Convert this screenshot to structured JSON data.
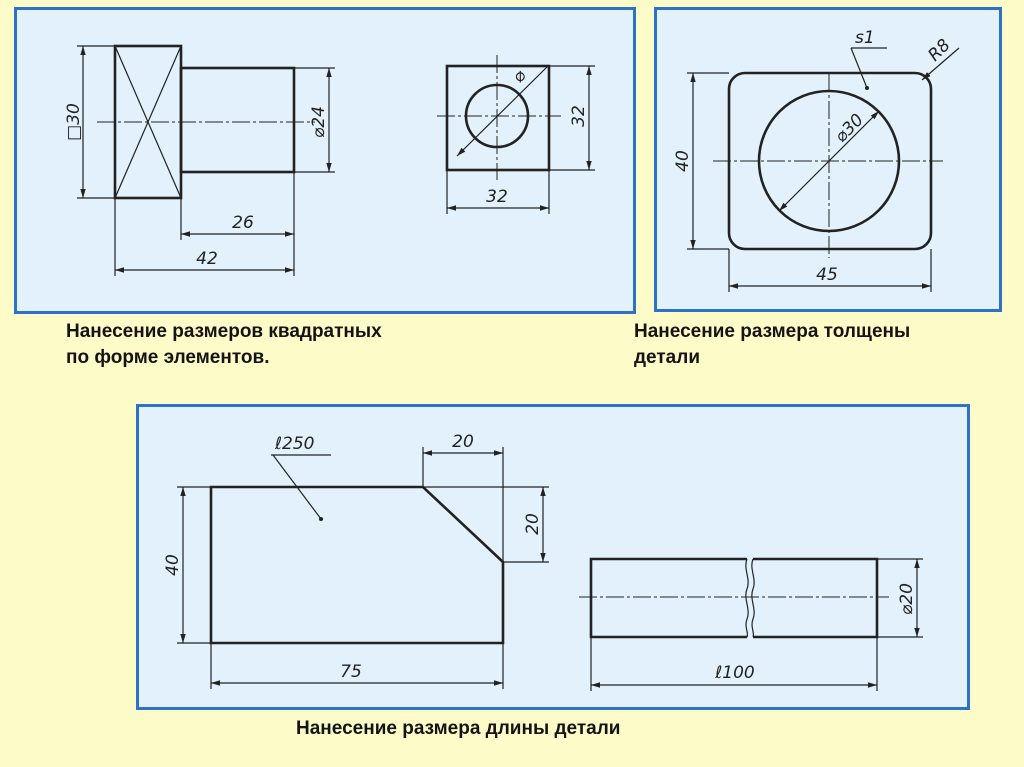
{
  "panels": {
    "square": {
      "caption_line1": "Нанесение размеров квадратных",
      "caption_line2": "по форме элементов.",
      "labels": {
        "square_size": "□30",
        "shaft_diameter": "⌀24",
        "shaft_length": "26",
        "total_length": "42",
        "hole_diameter": "⌀",
        "plate_height": "32",
        "plate_width": "32"
      }
    },
    "thickness": {
      "caption_line1": "Нанесение размера толщены",
      "caption_line2": "детали",
      "labels": {
        "thickness": "s1",
        "corner_radius": "R8",
        "hole_diameter": "⌀30",
        "height": "40",
        "width": "45"
      }
    },
    "length": {
      "caption": "Нанесение размера длины детали",
      "labels": {
        "part_length": "ℓ250",
        "chamfer_width": "20",
        "chamfer_height": "20",
        "height": "40",
        "width": "75",
        "rod_length": "ℓ100",
        "rod_diameter": "⌀20"
      }
    }
  }
}
